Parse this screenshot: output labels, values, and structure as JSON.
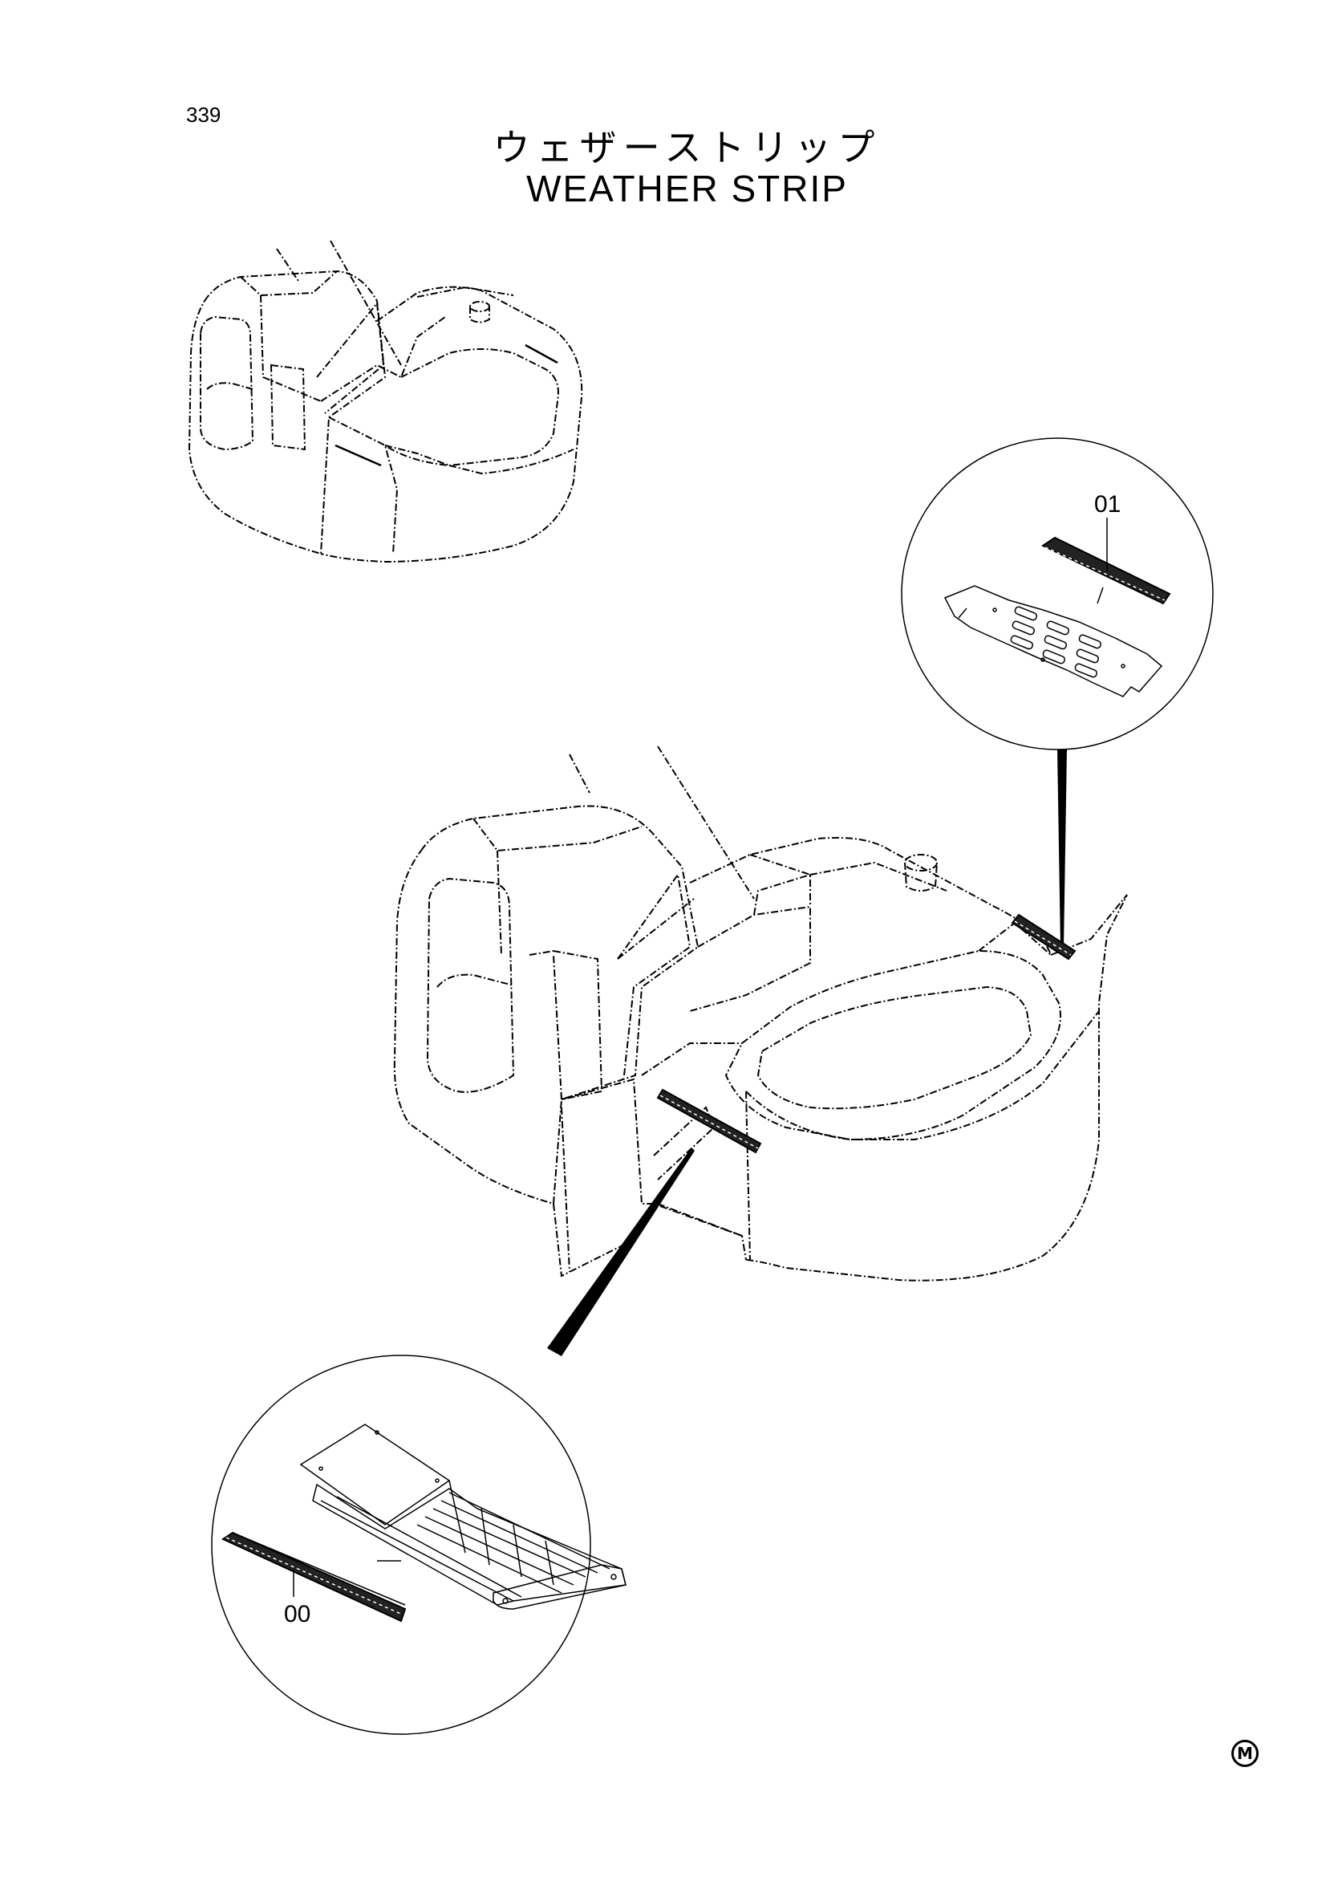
{
  "page_number": "339",
  "title_jp": "ウェザーストリップ",
  "title_en": "WEATHER STRIP",
  "callouts": {
    "upper": "01",
    "lower": "00"
  },
  "corner_mark": "M"
}
